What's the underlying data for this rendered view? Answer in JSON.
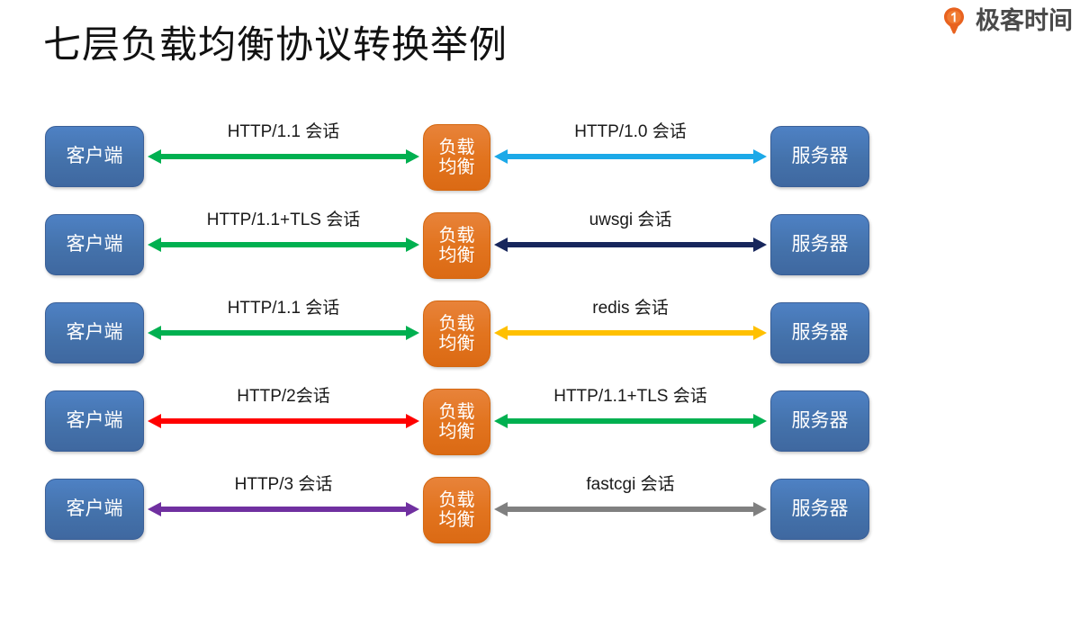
{
  "brand": {
    "logo_icon": "geekbang-logo-icon",
    "name": "极客时间",
    "accent_color": "#E8621F"
  },
  "title": "七层负载均衡协议转换举例",
  "diagram": {
    "type": "flow",
    "node_labels": {
      "client": "客户端",
      "load_balancer_line1": "负载",
      "load_balancer_line2": "均衡",
      "server": "服务器"
    },
    "colors": {
      "client_box": "#4472AB",
      "load_balancer_box": "#E2741F",
      "server_box": "#4472AB"
    },
    "rows": [
      {
        "left": {
          "label": "HTTP/1.1 会话",
          "color": "#00B050",
          "direction": "bidirectional"
        },
        "right": {
          "label": "HTTP/1.0 会话",
          "color": "#1CA9E8",
          "direction": "bidirectional"
        }
      },
      {
        "left": {
          "label": "HTTP/1.1+TLS 会话",
          "color": "#00B050",
          "direction": "bidirectional"
        },
        "right": {
          "label": "uwsgi 会话",
          "color": "#17265C",
          "direction": "bidirectional"
        }
      },
      {
        "left": {
          "label": "HTTP/1.1 会话",
          "color": "#00B050",
          "direction": "bidirectional"
        },
        "right": {
          "label": "redis 会话",
          "color": "#FFC000",
          "direction": "bidirectional"
        }
      },
      {
        "left": {
          "label": "HTTP/2会话",
          "color": "#FF0000",
          "direction": "bidirectional"
        },
        "right": {
          "label": "HTTP/1.1+TLS 会话",
          "color": "#00B050",
          "direction": "bidirectional"
        }
      },
      {
        "left": {
          "label": "HTTP/3 会话",
          "color": "#7030A0",
          "direction": "bidirectional"
        },
        "right": {
          "label": "fastcgi 会话",
          "color": "#808080",
          "direction": "bidirectional"
        }
      }
    ]
  }
}
